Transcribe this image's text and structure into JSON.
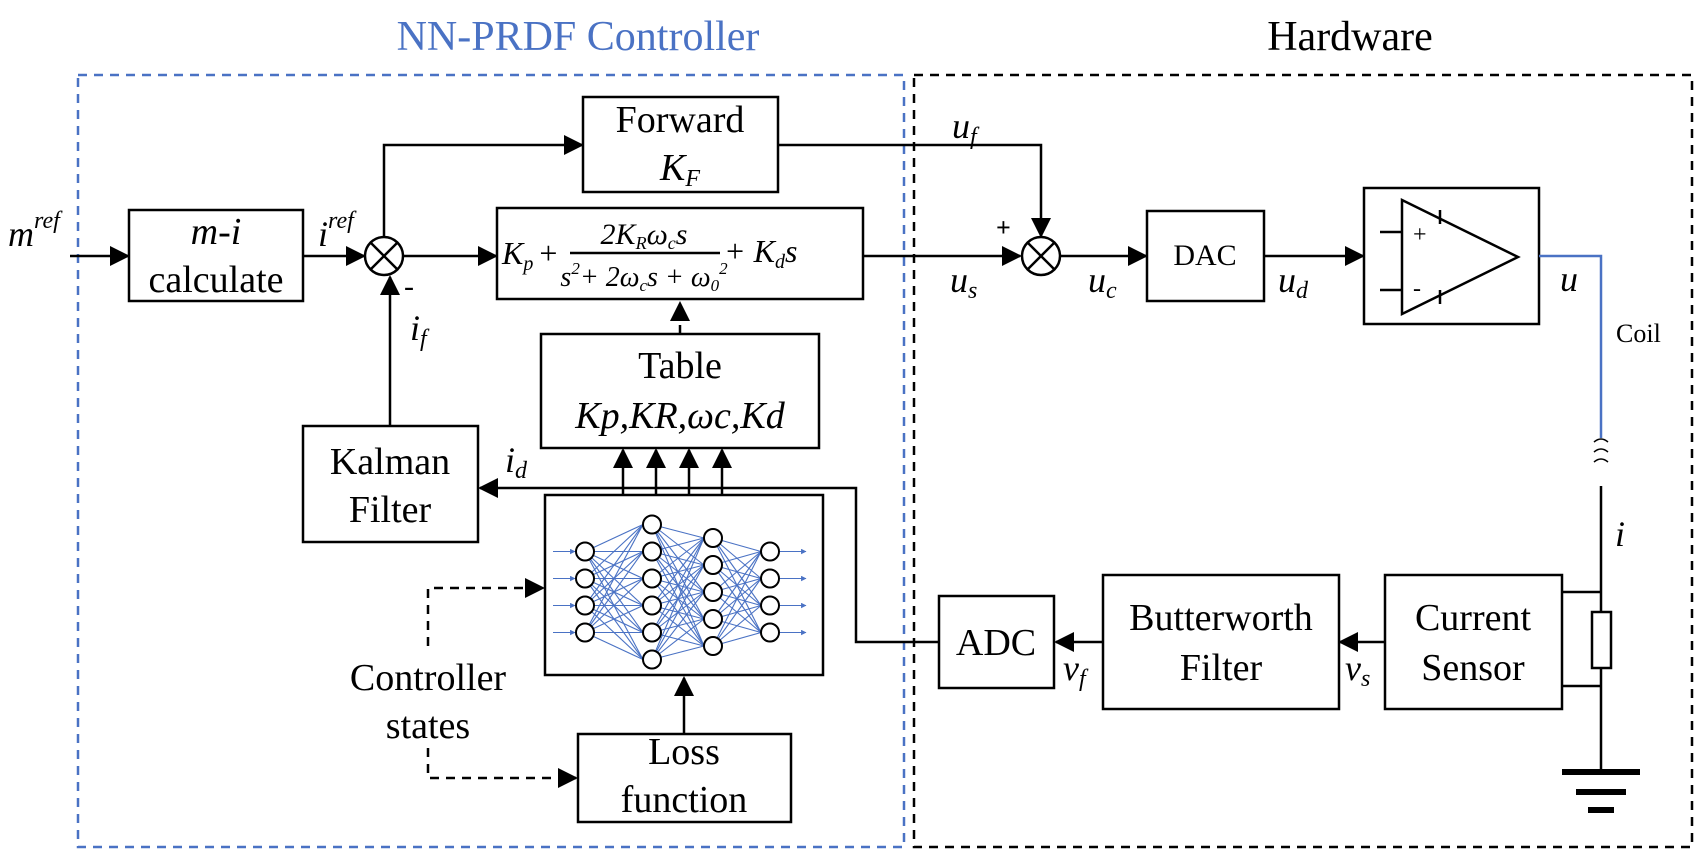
{
  "titles": {
    "controller": "NN-PRDF Controller",
    "hardware": "Hardware"
  },
  "colors": {
    "controller_frame": "#4a72c4",
    "hardware_frame": "#000000",
    "coil_wire": "#4a72c4"
  },
  "inputs": {
    "m_ref_base": "m",
    "m_ref_sup": "ref"
  },
  "blocks": {
    "mi_calc": {
      "line1": "m-i",
      "line2": "calculate"
    },
    "forward": {
      "line1": "Forward",
      "line2_base": "K",
      "line2_sub": "F"
    },
    "prdf": {
      "kp": "K",
      "kp_sub": "p",
      "plus1": "+",
      "num": "2K",
      "num_sub": "R",
      "num_rest": "ω",
      "num_rest_sub": "c",
      "num_s": "s",
      "den_s": "s",
      "den_sup": "2",
      "den_mid": "+ 2ω",
      "den_mid_sub": "c",
      "den_s2": "s + ω",
      "den_sub0": "0",
      "den_sup2": "2",
      "plus2": "+ K",
      "kd_sub": "d",
      "kd_s": "s"
    },
    "table": {
      "line1": "Table",
      "params": "Kp,KR,ωc,Kd"
    },
    "kalman": {
      "line1": "Kalman",
      "line2": "Filter"
    },
    "loss": {
      "line1": "Loss",
      "line2": "function"
    },
    "dac": {
      "label": "DAC"
    },
    "adc": {
      "label": "ADC"
    },
    "butterworth": {
      "line1": "Butterworth",
      "line2": "Filter"
    },
    "sensor": {
      "line1": "Current",
      "line2": "Sensor"
    },
    "amp": {
      "plus": "+",
      "minus": "-"
    }
  },
  "signals": {
    "i_ref_base": "i",
    "i_ref_sup": "ref",
    "if_base": "i",
    "if_sub": "f",
    "id_base": "i",
    "id_sub": "d",
    "uf_base": "u",
    "uf_sub": "f",
    "us_base": "u",
    "us_sub": "s",
    "uc_base": "u",
    "uc_sub": "c",
    "ud_base": "u",
    "ud_sub": "d",
    "u": "u",
    "i": "i",
    "vf_base": "v",
    "vf_sub": "f",
    "vs_base": "v",
    "vs_sub": "s",
    "plus_sign": "+",
    "minus_sign": "-"
  },
  "annotations": {
    "coil": "Coil",
    "controller_states_1": "Controller",
    "controller_states_2": "states"
  },
  "neural_net": {
    "layers": [
      4,
      6,
      5,
      4
    ],
    "arrows_out": 4
  }
}
